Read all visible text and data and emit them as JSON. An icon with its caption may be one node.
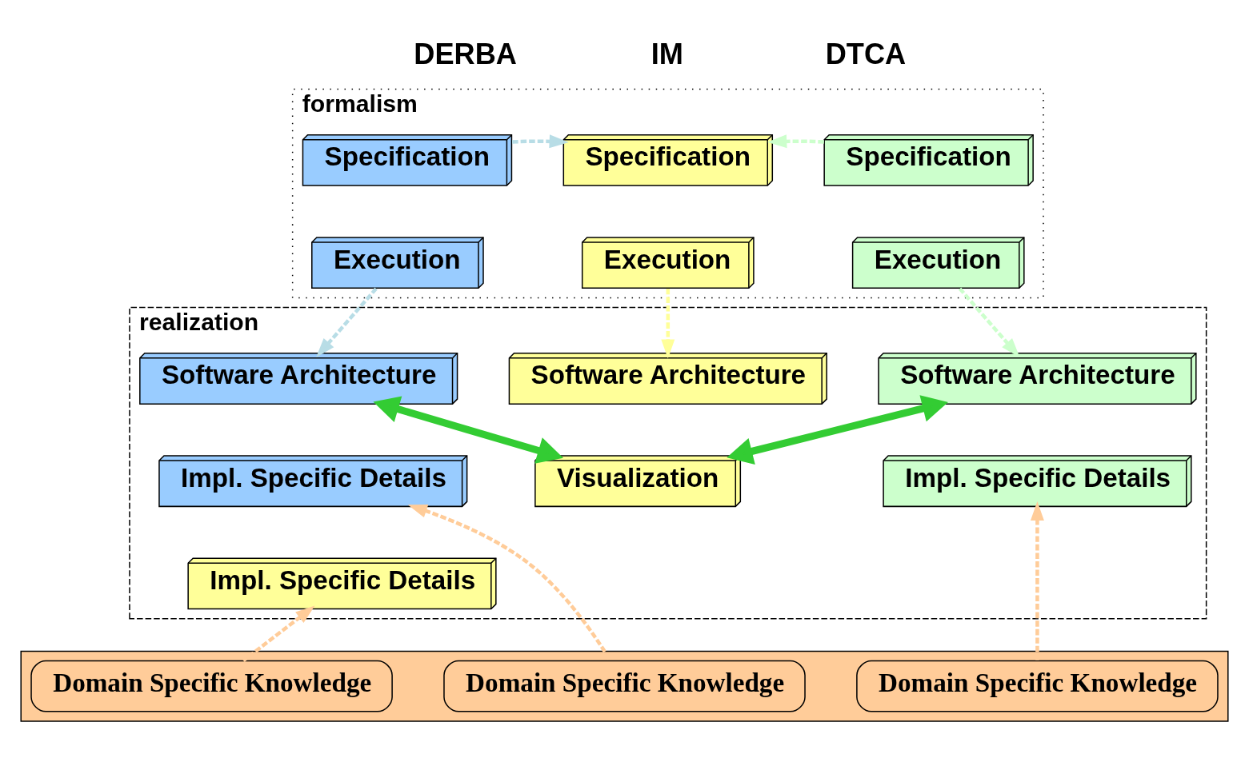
{
  "diagram": {
    "nodes": [
      {
        "text": [
          "formalism"
        ]
      },
      {
        "text": [
          "Specification"
        ],
        "in": 0
      },
      {
        "text": [
          "Execution"
        ],
        "in": 0
      },
      {
        "text": [
          "Specification"
        ],
        "in": 0
      },
      {
        "text": [
          "Execution"
        ],
        "in": 0
      },
      {
        "text": [
          "Specification"
        ],
        "in": 0
      },
      {
        "text": [
          "Execution"
        ],
        "in": 0
      },
      {
        "text": [
          "realization"
        ]
      },
      {
        "text": [
          "Software Architecture"
        ],
        "in": 7
      },
      {
        "text": [
          "Impl. Specific Details"
        ],
        "in": 7
      },
      {
        "text": [
          "Software Architecture"
        ],
        "in": 7
      },
      {
        "text": [
          "Visualization"
        ],
        "in": 7
      },
      {
        "text": [
          "Impl. Specific Details"
        ],
        "in": 7
      },
      {
        "text": [
          "Software Architecture"
        ],
        "in": 7
      },
      {
        "text": [
          "Impl. Specific Details"
        ],
        "in": 7
      },
      {
        "text": [],
        "shape": "box"
      },
      {
        "text": [
          "Domain Specific Knowledge"
        ],
        "in": 15
      },
      {
        "text": [
          "Domain Specific Knowledge"
        ],
        "in": 15
      },
      {
        "text": [
          "Domain Specific Knowledge"
        ],
        "in": 15
      }
    ],
    "edges": [
      {
        "from": 1,
        "to": 3,
        "arrow": "to",
        "style": "dashed",
        "color": "#b8dde6"
      },
      {
        "from": 5,
        "to": 3,
        "arrow": "to",
        "style": "dashed",
        "color": "#ccffcc"
      },
      {
        "from": 2,
        "to": 8,
        "arrow": "to",
        "style": "dashed",
        "color": "#b8dde6"
      },
      {
        "from": 4,
        "to": 10,
        "arrow": "to",
        "style": "dashed",
        "color": "#ffff99"
      },
      {
        "from": 6,
        "to": 13,
        "arrow": "to",
        "style": "dashed",
        "color": "#ccffcc"
      },
      {
        "from": 8,
        "to": 11,
        "arrow": "both",
        "style": "thick",
        "color": "#33cc33"
      },
      {
        "from": 11,
        "to": 13,
        "arrow": "both",
        "style": "thick",
        "color": "#33cc33"
      },
      {
        "from": 16,
        "to": 9,
        "arrow": "to",
        "style": "dashed",
        "color": "#ffcc99"
      },
      {
        "from": 17,
        "to": 12,
        "arrow": "to",
        "style": "dashed",
        "color": "#ffcc99"
      },
      {
        "from": 18,
        "to": 14,
        "arrow": "to",
        "style": "dashed",
        "color": "#ffcc99"
      }
    ],
    "labels": [
      "DERBA",
      "IM",
      "DTCA"
    ]
  }
}
